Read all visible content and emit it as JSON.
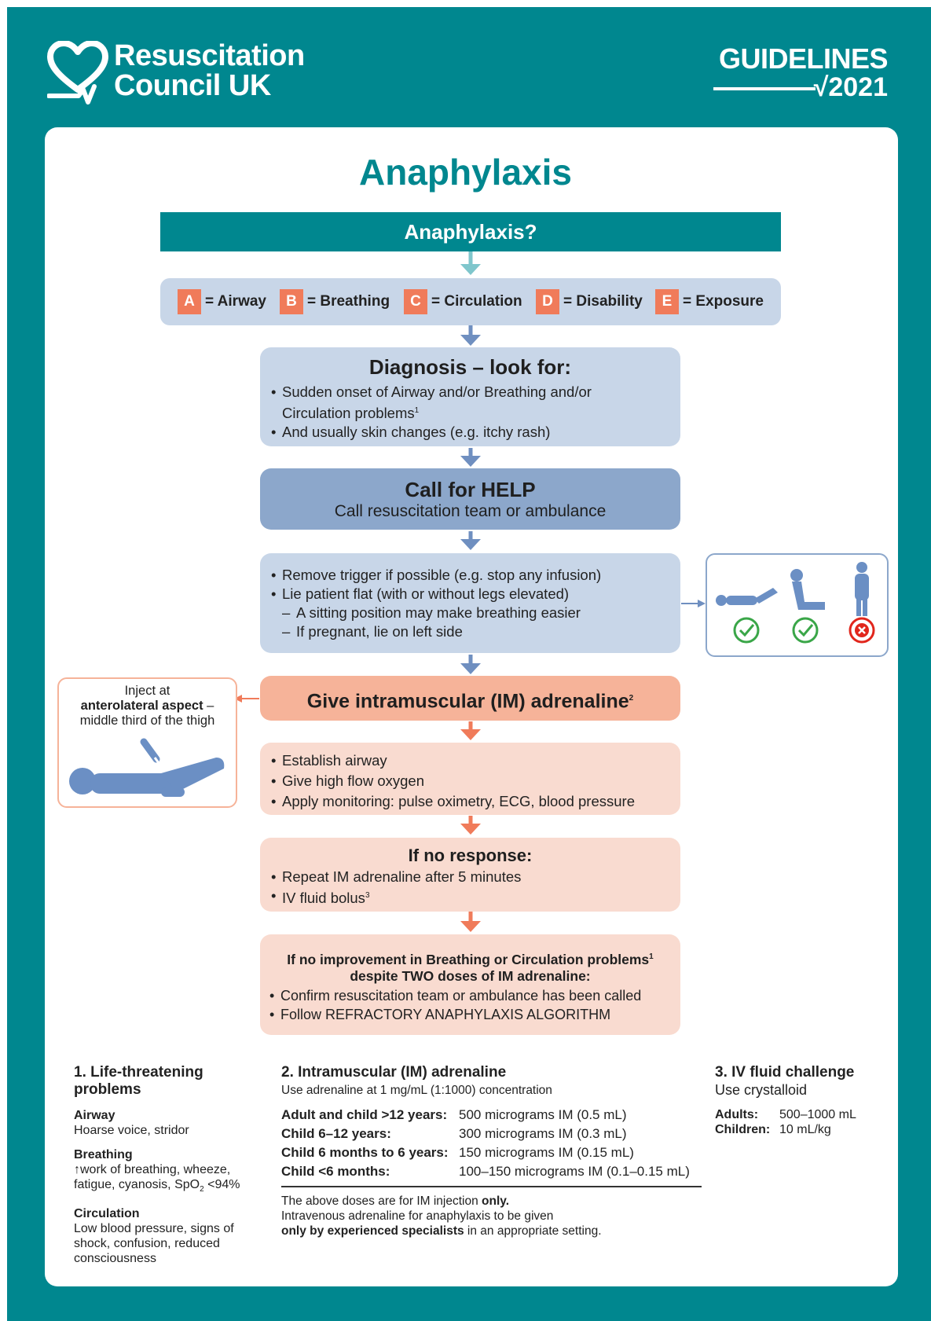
{
  "header": {
    "org_line1": "Resuscitation",
    "org_line2": "Council UK",
    "guidelines": "GUIDELINES",
    "year": "2021"
  },
  "title": "Anaphylaxis",
  "question": "Anaphylaxis?",
  "abcde": [
    {
      "letter": "A",
      "label": "= Airway"
    },
    {
      "letter": "B",
      "label": "= Breathing"
    },
    {
      "letter": "C",
      "label": "= Circulation"
    },
    {
      "letter": "D",
      "label": "= Disability"
    },
    {
      "letter": "E",
      "label": "= Exposure"
    }
  ],
  "diagnosis": {
    "heading": "Diagnosis – look for:",
    "b1a": "Sudden onset of Airway and/or Breathing and/or",
    "b1b": "Circulation problems",
    "b2": "And usually skin changes (e.g. itchy rash)"
  },
  "help": {
    "heading": "Call for HELP",
    "sub": "Call resuscitation team or ambulance"
  },
  "position": {
    "b1": "Remove trigger if possible (e.g. stop any infusion)",
    "b2": "Lie patient flat (with or without legs elevated)",
    "d1": "A sitting position may make breathing easier",
    "d2": "If pregnant, lie on left side"
  },
  "adrenaline": {
    "heading": "Give intramuscular (IM) adrenaline"
  },
  "inject": {
    "l1": "Inject at",
    "l2a": "anterolateral aspect",
    "l2b": " –",
    "l3": "middle third of the thigh"
  },
  "airway": {
    "b1": "Establish airway",
    "b2": "Give high flow oxygen",
    "b3": "Apply monitoring: pulse oximetry, ECG, blood pressure"
  },
  "noresponse": {
    "heading": "If no response:",
    "b1": "Repeat IM adrenaline after 5 minutes",
    "b2": "IV fluid bolus"
  },
  "refractory": {
    "h1": "If no improvement in Breathing or Circulation problems",
    "h2": "despite TWO doses of IM adrenaline:",
    "b1": "Confirm resuscitation team or ambulance has been called",
    "b2": "Follow REFRACTORY ANAPHYLAXIS ALGORITHM"
  },
  "notes": {
    "n1": {
      "heading": "1. Life-threatening problems",
      "airway_h": "Airway",
      "airway_t": "Hoarse voice, stridor",
      "breathing_h": "Breathing",
      "breathing_t1": "work of breathing, wheeze,",
      "breathing_t2": "fatigue, cyanosis, SpO",
      "breathing_t3": " <94%",
      "circ_h": "Circulation",
      "circ_t": "Low blood pressure, signs of shock, confusion, reduced consciousness"
    },
    "n2": {
      "heading": "2. Intramuscular (IM) adrenaline",
      "sub": "Use adrenaline at 1 mg/mL (1:1000) concentration",
      "doses": [
        {
          "k": "Adult and child >12 years:",
          "v": "500 micrograms IM (0.5 mL)"
        },
        {
          "k": "Child 6–12 years:",
          "v": "300 micrograms IM (0.3 mL)"
        },
        {
          "k": "Child 6 months to 6 years:",
          "v": "150 micrograms IM (0.15 mL)"
        },
        {
          "k": "Child <6 months:",
          "v": "100–150 micrograms IM (0.1–0.15 mL)"
        }
      ],
      "note1a": "The above doses are for IM injection ",
      "note1b": "only.",
      "note2": "Intravenous adrenaline for anaphylaxis to be given",
      "note3a": "only by experienced specialists",
      "note3b": " in an appropriate setting."
    },
    "n3": {
      "heading": "3. IV fluid challenge",
      "sub": "Use crystalloid",
      "adults_k": "Adults:",
      "adults_v": "500–1000 mL",
      "children_k": "Children:",
      "children_v": "10 mL/kg"
    }
  },
  "colors": {
    "teal": "#00878f",
    "light_blue": "#c8d6e8",
    "mid_blue": "#8ca7cb",
    "salmon": "#f9dbd0",
    "salmon_dark": "#f6b399",
    "orange": "#f07b5a",
    "figure_blue": "#6b8fc4",
    "green": "#3aa648",
    "red": "#e1261c"
  }
}
